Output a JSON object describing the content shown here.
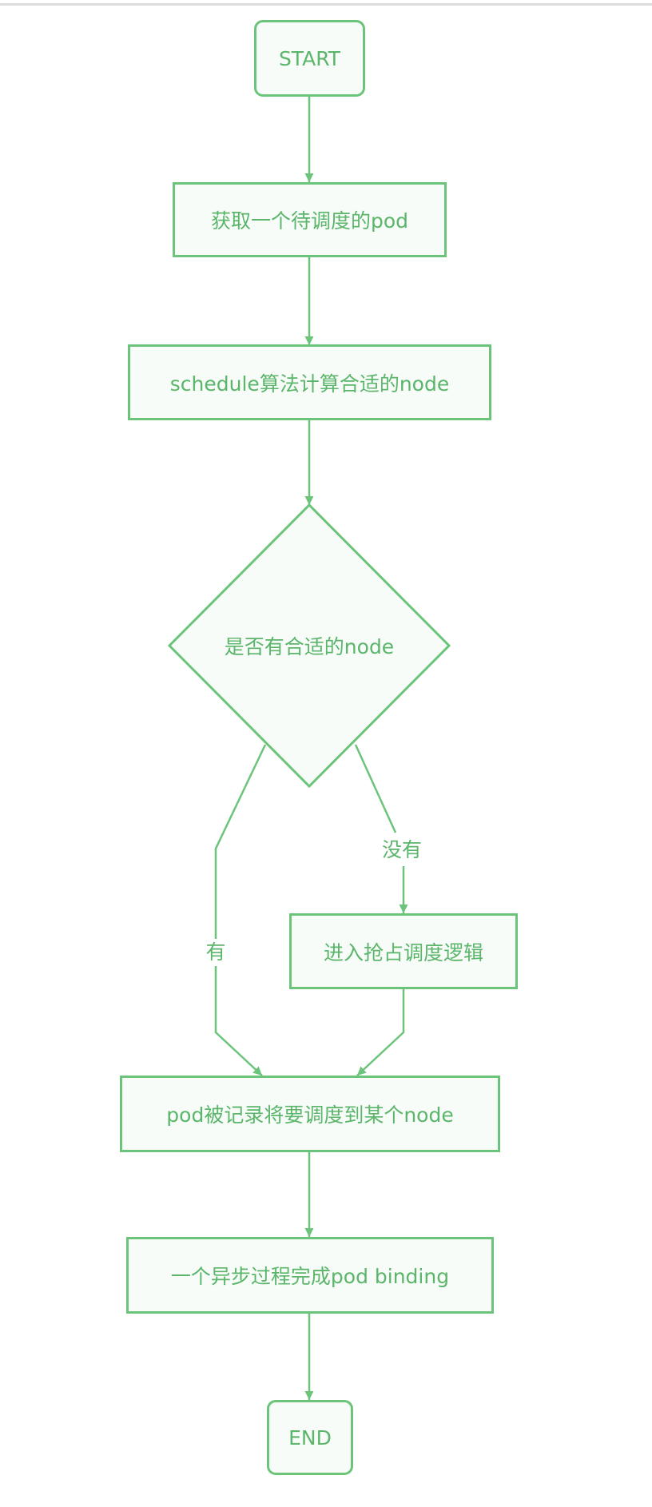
{
  "diagram": {
    "type": "flowchart",
    "colors": {
      "stroke": "#6cc47a",
      "text": "#5bb56a",
      "fill": "#f7fcf8",
      "top_rule": "#dcdcdc"
    },
    "nodes": {
      "start": {
        "label": "START",
        "shape": "rounded-rect"
      },
      "get_pod": {
        "label": "获取一个待调度的pod",
        "shape": "rect"
      },
      "schedule": {
        "label": "schedule算法计算合适的node",
        "shape": "rect"
      },
      "decision": {
        "label": "是否有合适的node",
        "shape": "diamond"
      },
      "preempt": {
        "label": "进入抢占调度逻辑",
        "shape": "rect"
      },
      "record": {
        "label": "pod被记录将要调度到某个node",
        "shape": "rect"
      },
      "binding": {
        "label": "一个异步过程完成pod binding",
        "shape": "rect"
      },
      "end": {
        "label": "END",
        "shape": "rounded-rect"
      }
    },
    "edges": {
      "yes_label": "有",
      "no_label": "没有"
    },
    "edge_list": [
      {
        "from": "start",
        "to": "get_pod"
      },
      {
        "from": "get_pod",
        "to": "schedule"
      },
      {
        "from": "schedule",
        "to": "decision"
      },
      {
        "from": "decision",
        "to": "record",
        "label": "有"
      },
      {
        "from": "decision",
        "to": "preempt",
        "label": "没有"
      },
      {
        "from": "preempt",
        "to": "record"
      },
      {
        "from": "record",
        "to": "binding"
      },
      {
        "from": "binding",
        "to": "end"
      }
    ]
  }
}
